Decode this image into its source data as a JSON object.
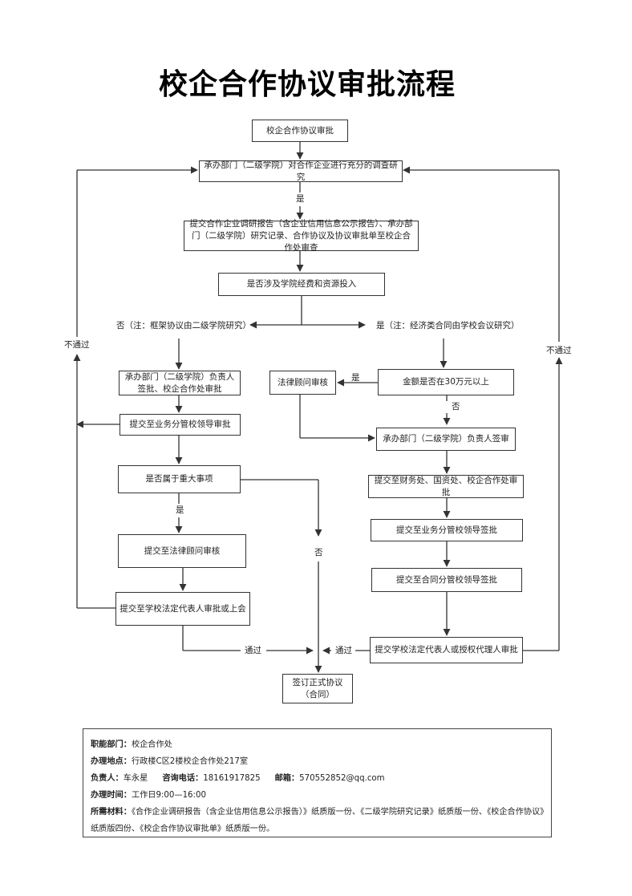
{
  "title": "校企合作协议审批流程",
  "nodes": {
    "start": "校企合作协议审批",
    "research": "承办部门（二级学院）对合作企业进行充分的调查研究",
    "submit_report": "提交合作企业调研报告（含企业信用信息公示报告）、承办部门（二级学院）研究记录、合作协议及协议审批单至校企合作处审查",
    "funding_check": "是否涉及学院经费和资源投入",
    "left_sign": "承办部门（二级学院）负责人签批、校企合作处审批",
    "left_business": "提交至业务分管校领导审批",
    "major_check": "是否属于重大事项",
    "legal_review_left": "提交至法律顾问审核",
    "legal_rep_left": "提交至学校法定代表人审批或上会",
    "legal_counsel": "法律顾问审核",
    "amount_check": "金额是否在30万元以上",
    "right_sign": "承办部门（二级学院）负责人签审",
    "finance": "提交至财务处、国资处、校企合作处审批",
    "right_business": "提交至业务分管校领导签批",
    "contract_leader": "提交至合同分管校领导签批",
    "legal_rep_right": "提交学校法定代表人或授权代理人审批",
    "sign_contract": "签订正式协议\n（合同）"
  },
  "labels": {
    "yes": "是",
    "no_left": "否（注：框架协议由二级学院研究）",
    "yes_right": "是（注：经济类合同由学校会议研究）",
    "fail_left": "不通过",
    "fail_right": "不通过",
    "yes_amount": "是",
    "no_amount": "否",
    "yes_major": "是",
    "no_major": "否",
    "pass_left": "通过",
    "pass_right": "通过"
  },
  "info": {
    "dept_label": "职能部门：",
    "dept": "校企合作处",
    "location_label": "办理地点：",
    "location": "行政楼C区2楼校企合作处217室",
    "person_label": "负责人：",
    "person": "车永星",
    "phone_label": "咨询电话：",
    "phone": "18161917825",
    "email_label": "邮箱：",
    "email": "570552852@qq.com",
    "hours_label": "办理时间：",
    "hours": "工作日9:00—16:00",
    "materials_label": "所需材料：",
    "materials_line1": "《合作企业调研报告（含企业信用信息公示报告）》纸质版一份、《二级学院研究记录》纸质版一份、《校企合作协议》",
    "materials_line2": "纸质版四份、《校企合作协议审批单》纸质版一份。"
  }
}
